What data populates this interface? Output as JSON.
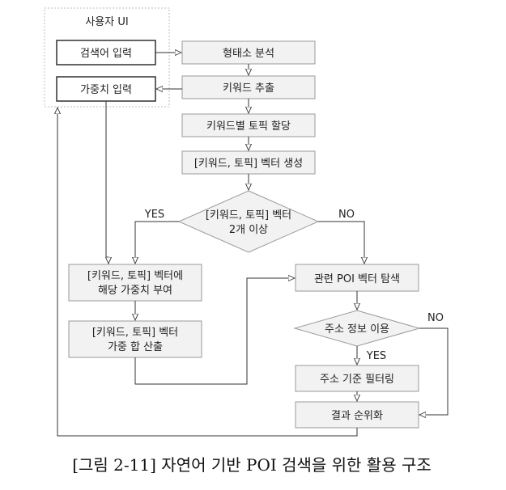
{
  "title": "사용자 UI",
  "nodes": {
    "search_input": "검색어 입력",
    "weight_input": "가중치 입력",
    "morph": "형태소 분석",
    "keyword_extract": "키워드 추출",
    "topic_assign": "키워드별 토픽 할당",
    "vector_gen": "[키워드, 토픽] 벡터 생성",
    "decision_line1": "[키워드, 토픽] 벡터",
    "decision_line2": "2개 이상",
    "assign_weight_line1": "[키워드, 토픽] 벡터에",
    "assign_weight_line2": "해당 가중치 부여",
    "weighted_sum_line1": "[키워드, 토픽] 벡터",
    "weighted_sum_line2": "가중 합 산출",
    "poi_search": "관련 POI 벡터 탐색",
    "address_decision": "주소 정보 이용",
    "address_filter": "주소 기준 필터링",
    "rank": "결과 순위화"
  },
  "edge_labels": {
    "yes1": "YES",
    "no1": "NO",
    "yes2": "YES",
    "no2": "NO"
  },
  "caption": "[그림 2-11] 자연어 기반 POI 검색을 위한 활용 구조"
}
